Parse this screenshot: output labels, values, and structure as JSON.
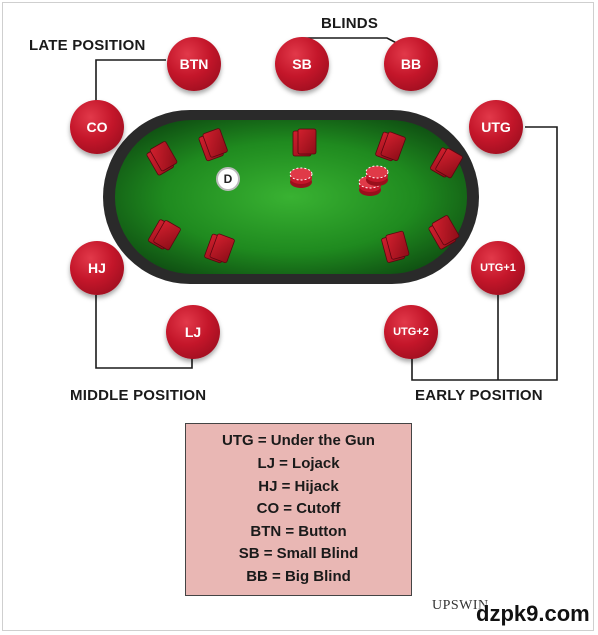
{
  "labels": {
    "blinds": "BLINDS",
    "late_position": "LATE POSITION",
    "middle_position": "MIDDLE POSITION",
    "early_position": "EARLY POSITION"
  },
  "seats": {
    "btn": "BTN",
    "sb": "SB",
    "bb": "BB",
    "co": "CO",
    "utg": "UTG",
    "hj": "HJ",
    "utg1": "UTG+1",
    "lj": "LJ",
    "utg2": "UTG+2"
  },
  "dealer_button": "D",
  "legend": [
    "UTG = Under the Gun",
    "LJ = Lojack",
    "HJ = Hijack",
    "CO = Cutoff",
    "BTN = Button",
    "SB = Small Blind",
    "BB = Big Blind"
  ],
  "logo_text": "UPSWIN",
  "watermark": "dzpk9.com",
  "colors": {
    "seat_red": "#c4162a",
    "felt_green": "#1f8a1f",
    "table_rail": "#2a2a2a",
    "legend_bg": "#e9b7b4"
  }
}
